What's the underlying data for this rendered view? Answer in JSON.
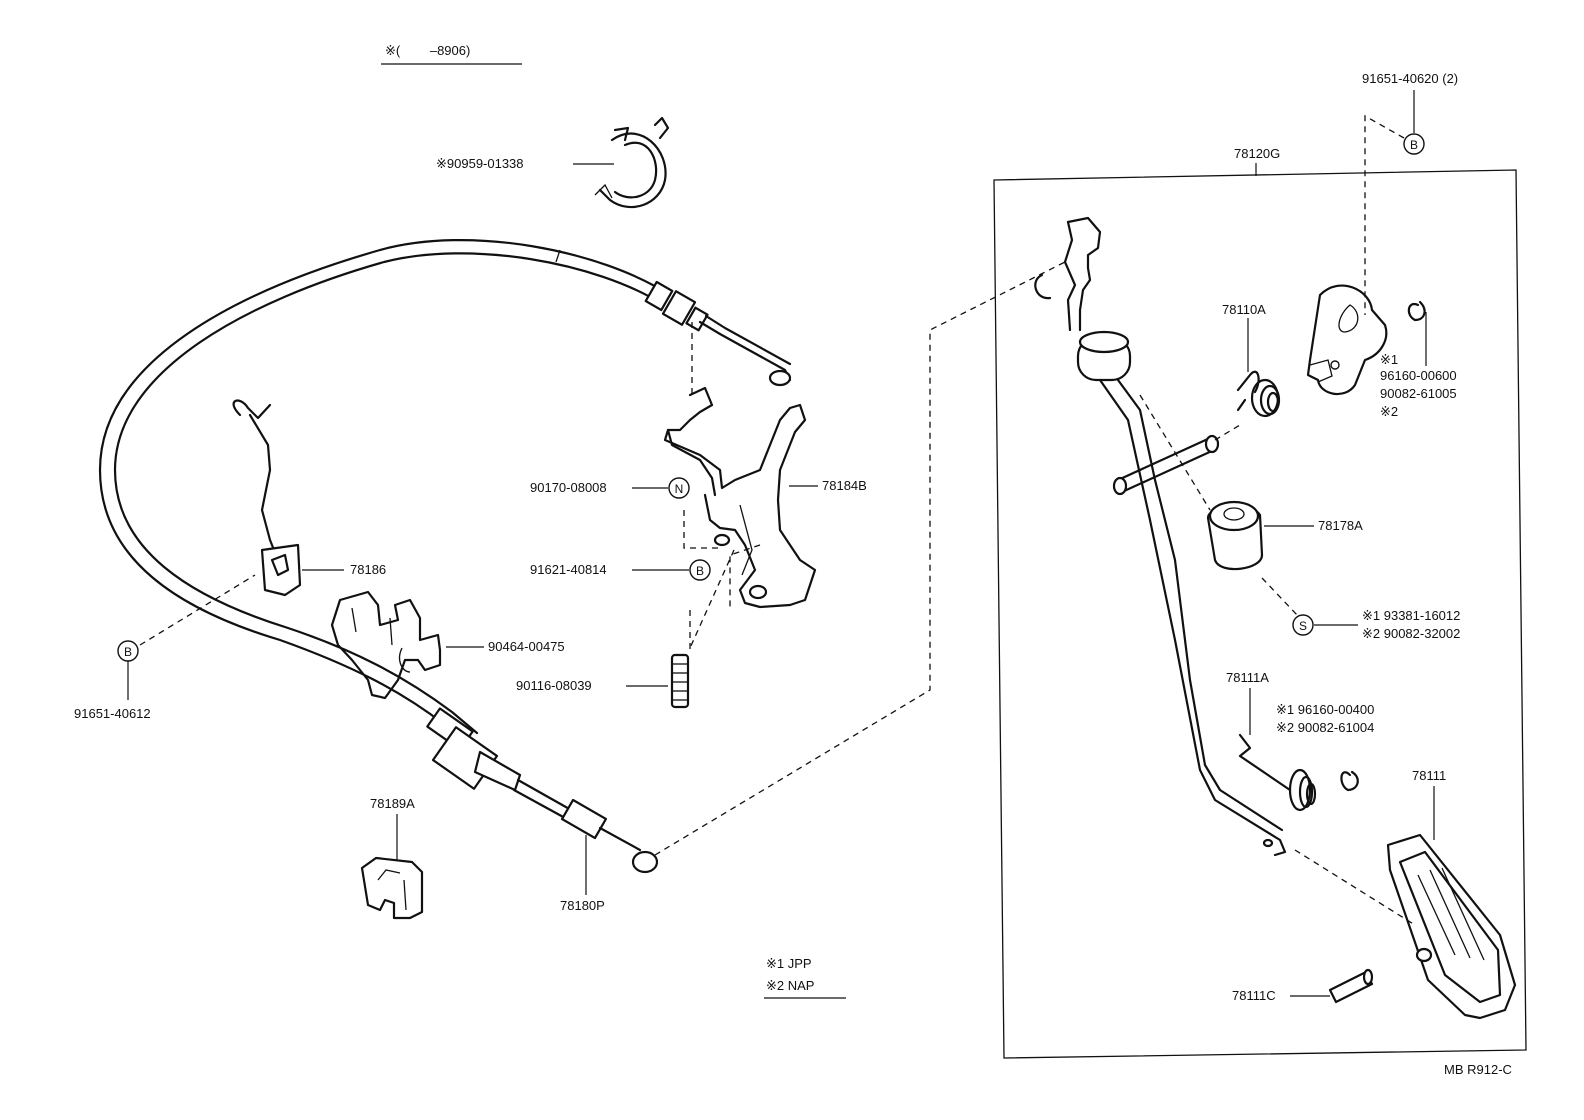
{
  "header": {
    "range_label": "※(　　 –8906)"
  },
  "legend": {
    "line1": "※1 JPP",
    "line2": "※2 NAP"
  },
  "footer": {
    "code": "MB R912-C"
  },
  "markers": {
    "B": "B",
    "N": "N",
    "S": "S"
  },
  "parts": {
    "clamp": "※90959-01338",
    "bolt_top": "91651-40620 (2)",
    "pedal_assy": "78120G",
    "spring_return": "78110A",
    "alt_part_1": "96160-00600",
    "alt_part_2": "90082-61005",
    "mark1": "※1",
    "mark2": "※2",
    "bracket": "78184B",
    "nut": "90170-08008",
    "bolt_bracket": "91621-40814",
    "stop_cushion": "78178A",
    "clip_s_1": "※1 93381-16012",
    "clip_s_2": "※2 90082-32002",
    "rod_clip": "78186",
    "clamp_holder": "90464-00475",
    "stopper": "90116-08039",
    "bolt_left": "91651-40612",
    "spring_small": "78111A",
    "washer_1": "※1 96160-00400",
    "washer_2": "※2 90082-61004",
    "pad": "78111",
    "cable_clip": "78189A",
    "cable": "78180P",
    "pin": "78111C"
  }
}
